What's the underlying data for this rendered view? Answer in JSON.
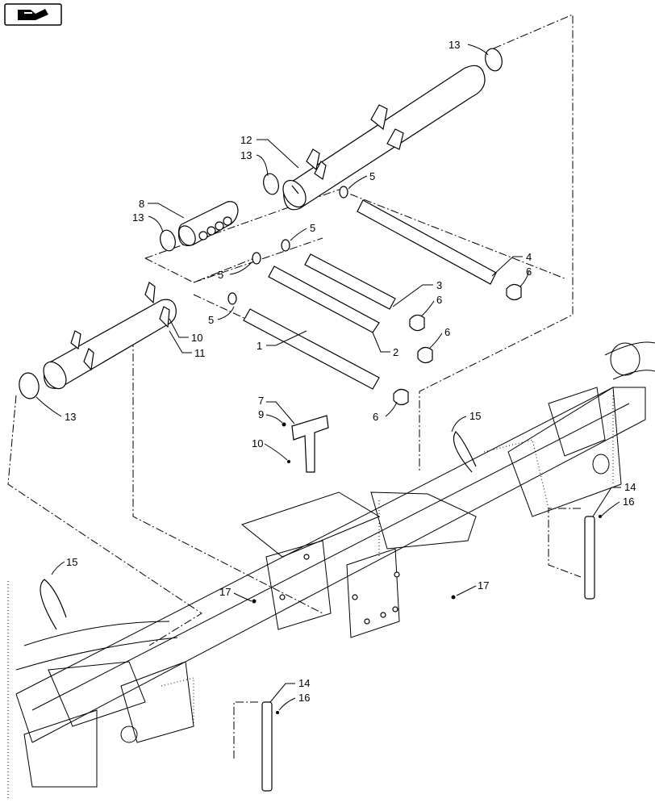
{
  "nav_icon": "page-navigation-icon",
  "callouts": {
    "c1": "1",
    "c2": "2",
    "c3": "3",
    "c4": "4",
    "c5": "5",
    "c6": "6",
    "c7": "7",
    "c8": "8",
    "c9": "9",
    "c10": "10",
    "c11": "11",
    "c12": "12",
    "c13": "13",
    "c14": "14",
    "c15": "15",
    "c16": "16",
    "c17": "17"
  }
}
